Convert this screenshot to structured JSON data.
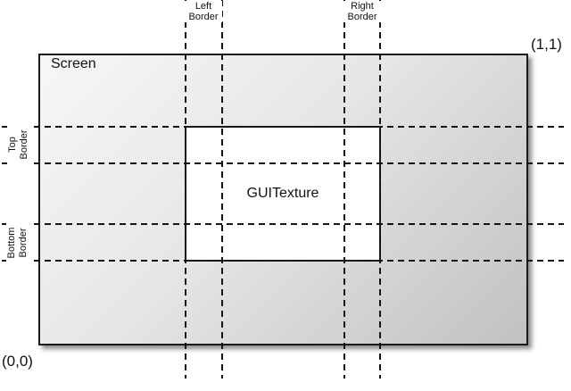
{
  "diagram": {
    "screen_label": "Screen",
    "texture_label": "GUITexture",
    "corner_top_right": "(1,1)",
    "corner_bottom_left": "(0,0)",
    "borders": {
      "left": {
        "line1": "Left",
        "line2": "Border"
      },
      "right": {
        "line1": "Right",
        "line2": "Border"
      },
      "top": {
        "line1": "Top",
        "line2": "Border"
      },
      "bottom": {
        "line1": "Bottom",
        "line2": "Border"
      }
    }
  },
  "colors": {
    "screen_grad_start": "#f7f7f7",
    "screen_grad_end": "#c1c1c1",
    "line_color": "#1a1a1a",
    "dash_color": "#141414",
    "texture_bg": "#ffffff",
    "page_bg": "#ffffff",
    "text_color": "#111111"
  }
}
